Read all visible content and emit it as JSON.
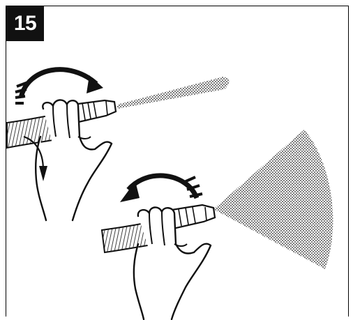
{
  "step": {
    "number": "15"
  },
  "illustration": {
    "panels": [
      {
        "icon": "rotate-clockwise-arrow-icon",
        "spray": "narrow-jet"
      },
      {
        "icon": "rotate-counterclockwise-arrow-icon",
        "spray": "wide-fan"
      }
    ]
  },
  "colors": {
    "ink": "#111111",
    "spray": "#444444",
    "badge_bg": "#111111",
    "badge_text": "#ffffff"
  }
}
